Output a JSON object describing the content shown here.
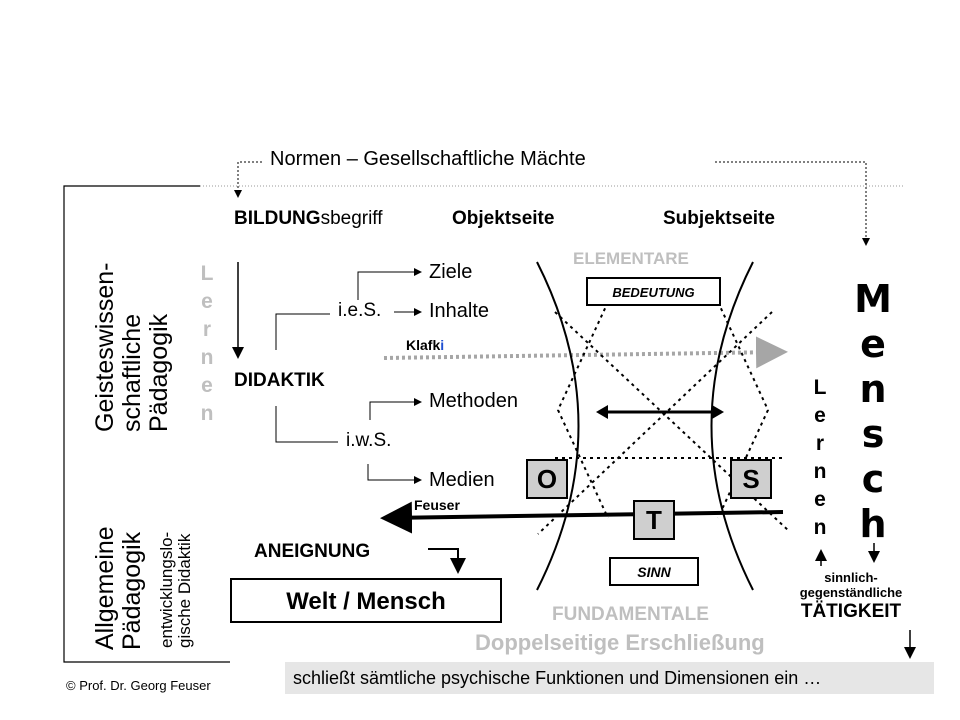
{
  "header": {
    "norms": "Normen – Gesellschaftliche Mächte"
  },
  "columns": {
    "bildung_bold": "BILDUNG",
    "bildung_rest": "sbegriff",
    "objekt": "Objektseite",
    "subjekt": "Subjektseite"
  },
  "left_vertical": {
    "top": [
      "Geisteswissen-",
      "schaftliche",
      "Pädagogik"
    ],
    "bottom_large": [
      "Allgemeine",
      "Pädagogik"
    ],
    "bottom_small": [
      "entwicklungslo-",
      "gische Didaktik"
    ]
  },
  "lernen_left": [
    "L",
    "e",
    "r",
    "n",
    "e",
    "n"
  ],
  "didaktik": {
    "title": "DIDAKTIK",
    "ies": "i.e.S.",
    "iws": "i.w.S.",
    "ziele": "Ziele",
    "inhalte": "Inhalte",
    "methoden": "Methoden",
    "medien": "Medien"
  },
  "klafki": {
    "main": "Klafk",
    "accent": "i"
  },
  "feuser_label": "Feuser",
  "aneignung": "ANEIGNUNG",
  "welt_mensch": "Welt / Mensch",
  "elementare": "ELEMENTARE",
  "bedeutung": "BEDEUTUNG",
  "sinn": "SINN",
  "fundamentale": "FUNDAMENTALE",
  "doppelseitig": "Doppelseitige Erschließung",
  "letters": {
    "o": "O",
    "s": "S",
    "t": "T"
  },
  "lernen_right": [
    "L",
    "e",
    "r",
    "n",
    "e",
    "n"
  ],
  "mensch": [
    "M",
    "e",
    "n",
    "s",
    "c",
    "h"
  ],
  "taetigkeit": {
    "line1": "sinnlich-",
    "line2": "gegenständliche",
    "main": "TÄTIGKEIT"
  },
  "footer": {
    "copyright": "© Prof. Dr. Georg Feuser",
    "summary": "schließt sämtliche psychische Funktionen und Dimensionen ein …"
  },
  "colors": {
    "grey_text": "#bfbfbf",
    "box_grey": "#cfcfcf",
    "footer_box": "#e6e6e6",
    "accent_blue": "#1f4fd1",
    "dotted_grey": "#a6a6a6"
  }
}
